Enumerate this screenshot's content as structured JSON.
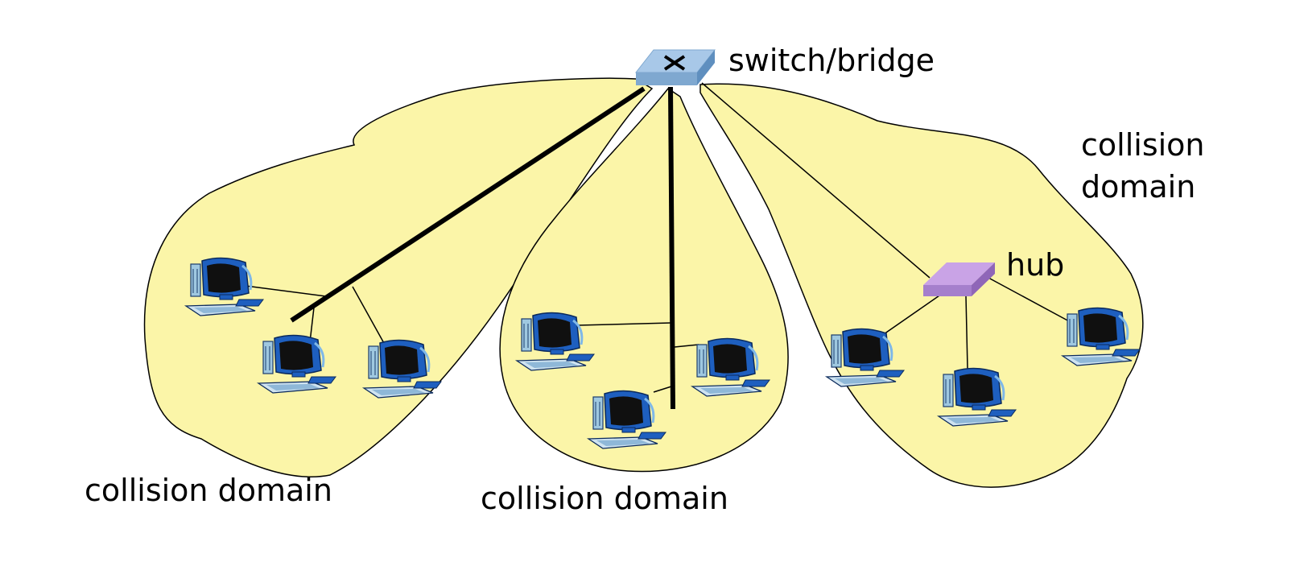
{
  "diagram": {
    "labels": {
      "switch": "switch/bridge",
      "hub": "hub",
      "domain_left": "collision domain",
      "domain_middle": "collision domain",
      "domain_right_line1": "collision",
      "domain_right_line2": "domain"
    },
    "devices": {
      "switch": "switch/bridge",
      "hub": "hub",
      "computer_count": 9
    },
    "colors": {
      "domain_fill": "#FBF5A8",
      "switch_top": "#A8C8E8",
      "switch_side": "#7FA8D0",
      "hub_top": "#C9A3E6",
      "hub_side": "#A57FCC",
      "monitor": "#1E5FBF",
      "screen": "#101010"
    }
  }
}
